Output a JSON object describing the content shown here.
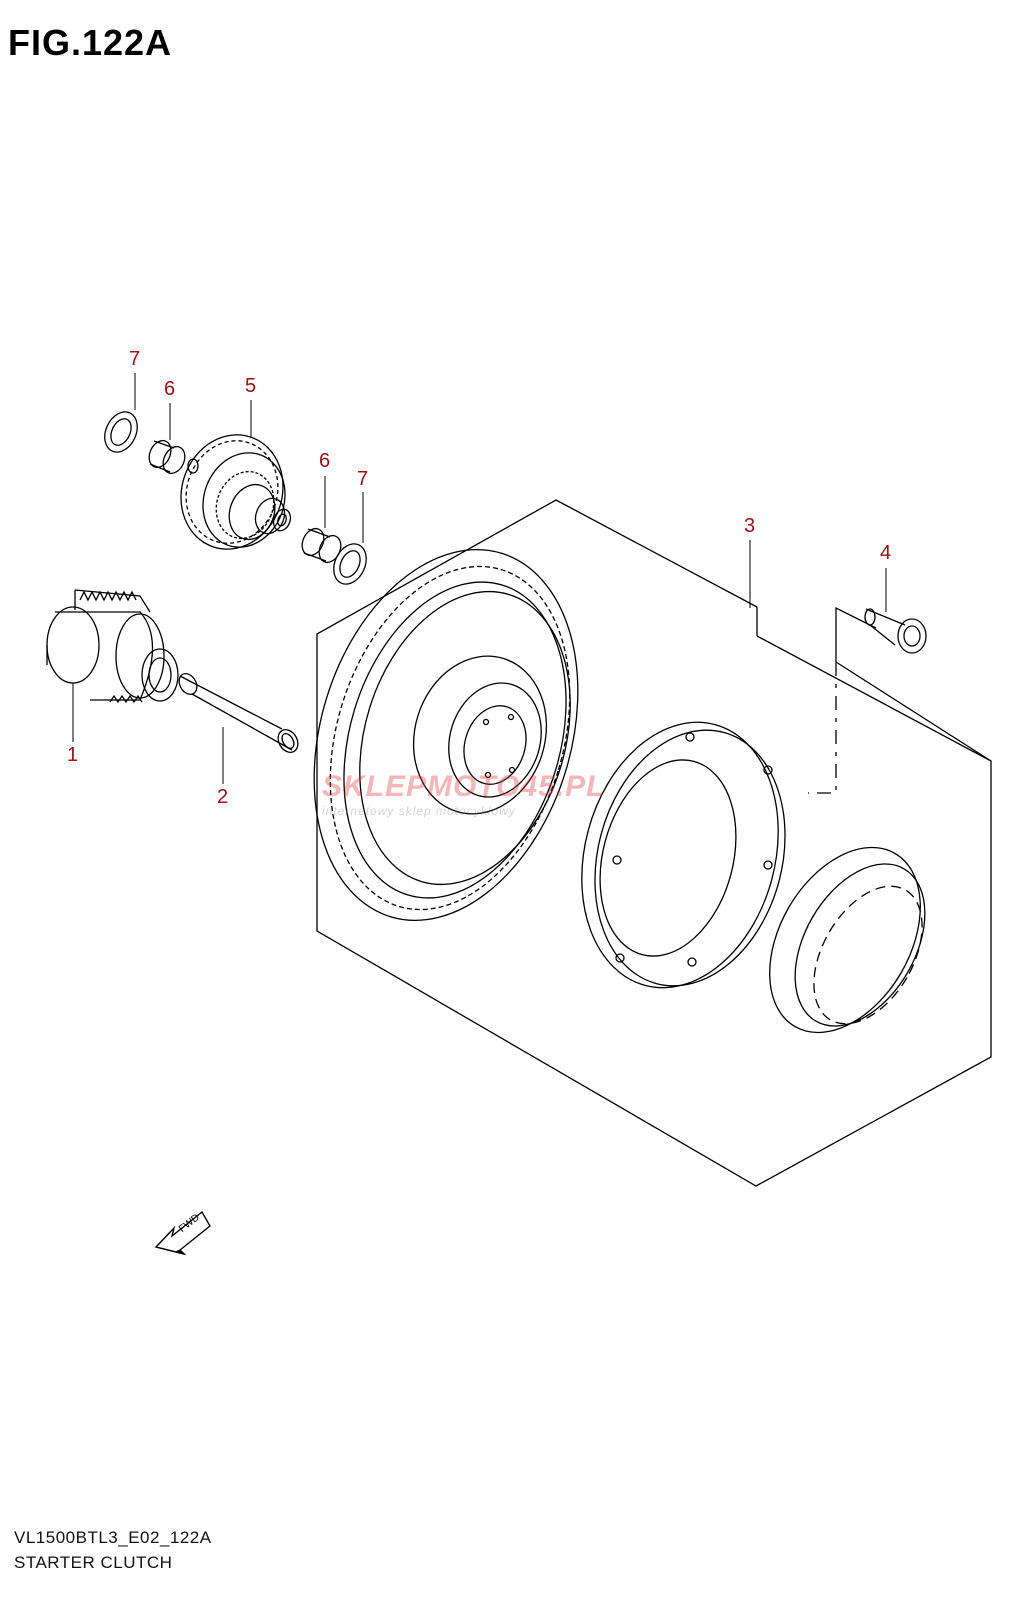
{
  "figure_title": "FIG.122A",
  "callouts": {
    "c1": "1",
    "c2": "2",
    "c3": "3",
    "c4": "4",
    "c5": "5",
    "c6a": "6",
    "c6b": "6",
    "c7a": "7",
    "c7b": "7"
  },
  "direction_label": "FWD",
  "watermark": {
    "main": "SKLEPMOTO45.PL",
    "sub": "internetowy sklep motocyklowy"
  },
  "footer": {
    "model_code": "VL1500BTL3_E02_122A",
    "section_name": "STARTER CLUTCH"
  },
  "colors": {
    "callout": "#a01010",
    "line": "#000000",
    "watermark_red": "#e03030",
    "watermark_gray": "#9a9a9a"
  }
}
